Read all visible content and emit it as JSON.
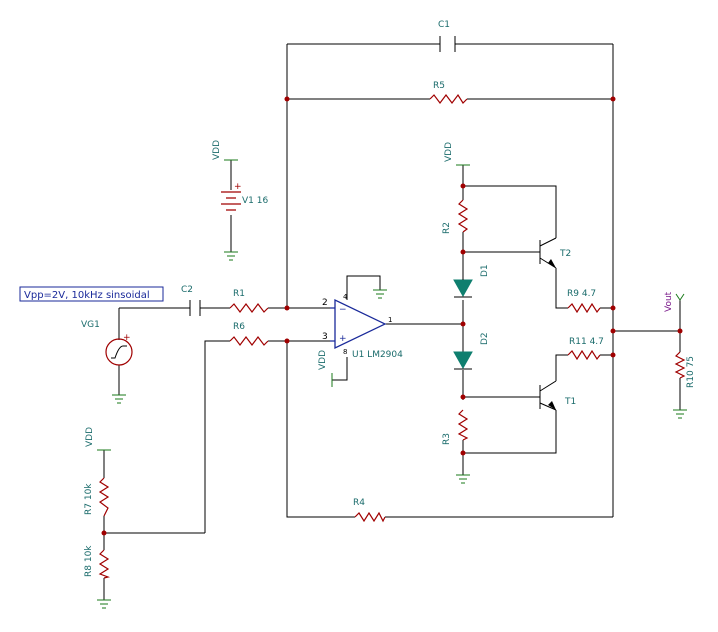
{
  "note": "Vpp=2V, 10kHz sinsoidal",
  "labels": {
    "C1": "C1",
    "R5": "R5",
    "C2": "C2",
    "R1": "R1",
    "R6": "R6",
    "R4": "R4",
    "R2": "R2",
    "R3": "R3",
    "D1": "D1",
    "D2": "D2",
    "T1": "T1",
    "T2": "T2",
    "R9": "R9 4.7",
    "R11": "R11 4.7",
    "R10": "R10 75",
    "R7": "R7 10k",
    "R8": "R8 10k",
    "V1": "V1 16",
    "VG1": "VG1",
    "U1": "U1 LM2904",
    "Vout": "Vout",
    "VDD_V1": "VDD",
    "VDD_R2": "VDD",
    "VDD_R7": "VDD",
    "VDD_U1": "VDD",
    "pin2": "2",
    "pin3": "3",
    "pin4": "4",
    "pin8": "8",
    "pin1": "1",
    "minus": "−",
    "plus": "+",
    "v1_plus": "+",
    "vg1_plus": "+"
  },
  "colors": {
    "wire": "#000000",
    "component": "#a00000",
    "ground": "#1a7a1a",
    "label": "#1a6b6b",
    "opamp": "#1a2a9a",
    "diode": "#0f7f6f",
    "vout": "#7a1a8a"
  }
}
